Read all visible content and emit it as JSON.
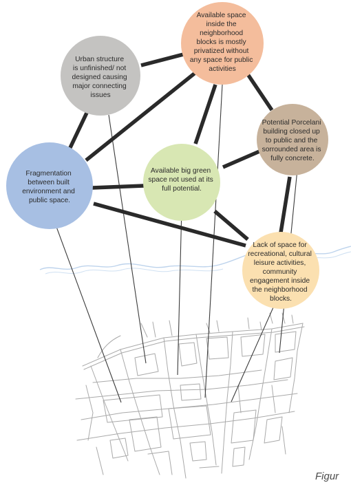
{
  "nodes": [
    {
      "id": "n-available-space",
      "lines": [
        "Available space",
        "inside the",
        "neighborhood",
        "blocks is mostly",
        "privatized without",
        "any space for public",
        "activities"
      ],
      "color": "#f4bd9c"
    },
    {
      "id": "n-urban-structure",
      "lines": [
        "Urban structure",
        "is unfinished/ not",
        "designed causing",
        "major connecting",
        "issues"
      ],
      "color": "#c4c3c1"
    },
    {
      "id": "n-porcelani",
      "lines": [
        "Potential Porcelani",
        "building closed up",
        "to public  and the",
        "sorrounded area is",
        "fully concrete."
      ],
      "color": "#c7b29b"
    },
    {
      "id": "n-fragmentation",
      "lines": [
        "Fragmentation",
        "between built",
        "environment and",
        "public space."
      ],
      "color": "#a7bfe3"
    },
    {
      "id": "n-green-space",
      "lines": [
        "Available big green",
        "space not used at its",
        "full potential."
      ],
      "color": "#d8e7b3"
    },
    {
      "id": "n-lack-of-space",
      "lines": [
        "Lack of space for",
        "recreational, cultural",
        "leisure activities,",
        "community",
        "engagement inside",
        "the neighborhood",
        "blocks."
      ],
      "color": "#fbe0b0"
    }
  ],
  "caption": "Figur"
}
